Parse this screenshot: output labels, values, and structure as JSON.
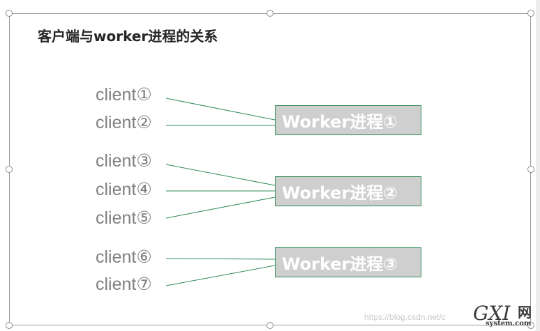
{
  "title": "客户端与worker进程的关系",
  "clients": [
    {
      "label": "client①",
      "worker": 0
    },
    {
      "label": "client②",
      "worker": 0
    },
    {
      "label": "client③",
      "worker": 1
    },
    {
      "label": "client④",
      "worker": 1
    },
    {
      "label": "client⑤",
      "worker": 1
    },
    {
      "label": "client⑥",
      "worker": 2
    },
    {
      "label": "client⑦",
      "worker": 2
    }
  ],
  "workers": [
    {
      "label": "Worker进程①"
    },
    {
      "label": "Worker进程②"
    },
    {
      "label": "Worker进程③"
    }
  ],
  "watermark": {
    "url": "https://blog.csdn.net/c",
    "logo_text": "GXI",
    "logo_net": "网",
    "logo_domain": "system.com"
  },
  "colors": {
    "connector": "#2e8b57",
    "worker_fill": "#cfcfcf",
    "worker_border": "#2e8b57",
    "client_text": "#808080"
  }
}
